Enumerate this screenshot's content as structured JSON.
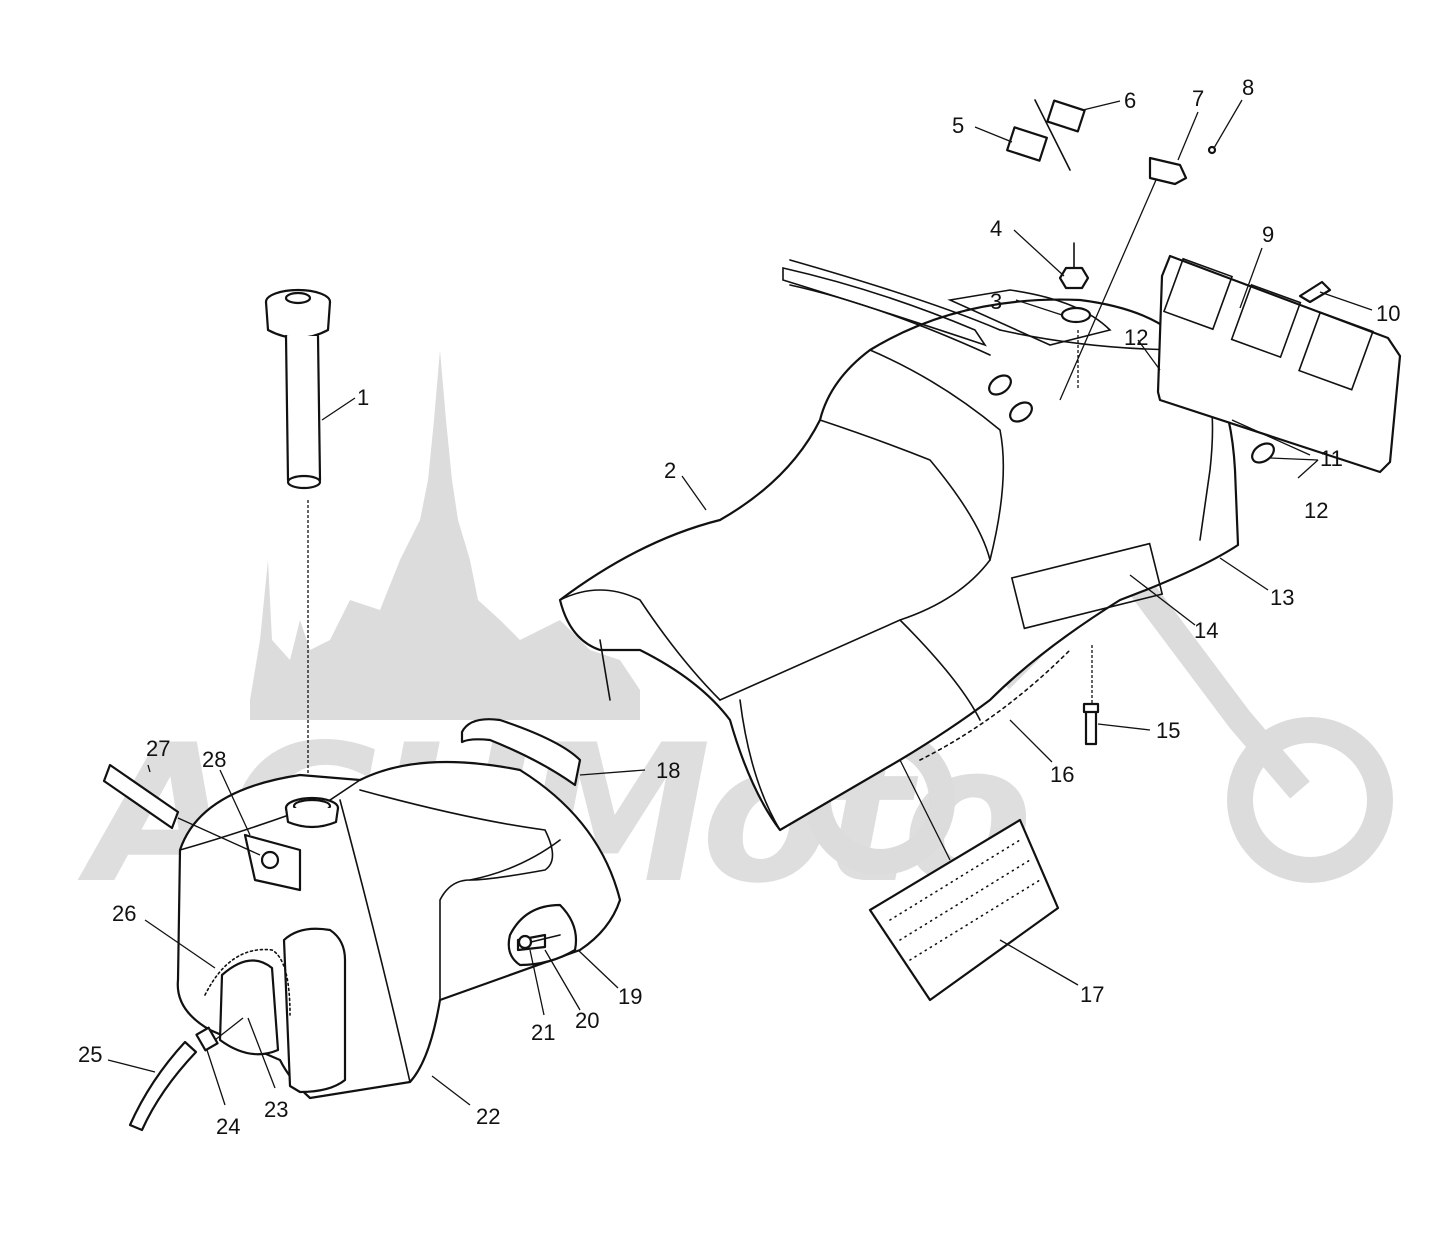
{
  "watermark": {
    "text": "AGHMoto",
    "color": "#d9d9d9"
  },
  "colors": {
    "line": "#111111",
    "paper": "#ffffff"
  },
  "callouts": [
    {
      "id": "1",
      "label": "1"
    },
    {
      "id": "2",
      "label": "2"
    },
    {
      "id": "3",
      "label": "3"
    },
    {
      "id": "4",
      "label": "4"
    },
    {
      "id": "5",
      "label": "5"
    },
    {
      "id": "6",
      "label": "6"
    },
    {
      "id": "7",
      "label": "7"
    },
    {
      "id": "8",
      "label": "8"
    },
    {
      "id": "9",
      "label": "9"
    },
    {
      "id": "10",
      "label": "10"
    },
    {
      "id": "11",
      "label": "11"
    },
    {
      "id": "12a",
      "label": "12"
    },
    {
      "id": "12b",
      "label": "12"
    },
    {
      "id": "13",
      "label": "13"
    },
    {
      "id": "14",
      "label": "14"
    },
    {
      "id": "15",
      "label": "15"
    },
    {
      "id": "16",
      "label": "16"
    },
    {
      "id": "17",
      "label": "17"
    },
    {
      "id": "18",
      "label": "18"
    },
    {
      "id": "19",
      "label": "19"
    },
    {
      "id": "20",
      "label": "20"
    },
    {
      "id": "21",
      "label": "21"
    },
    {
      "id": "22",
      "label": "22"
    },
    {
      "id": "23",
      "label": "23"
    },
    {
      "id": "24",
      "label": "24"
    },
    {
      "id": "25",
      "label": "25"
    },
    {
      "id": "26",
      "label": "26"
    },
    {
      "id": "27",
      "label": "27"
    },
    {
      "id": "28",
      "label": "28"
    }
  ]
}
